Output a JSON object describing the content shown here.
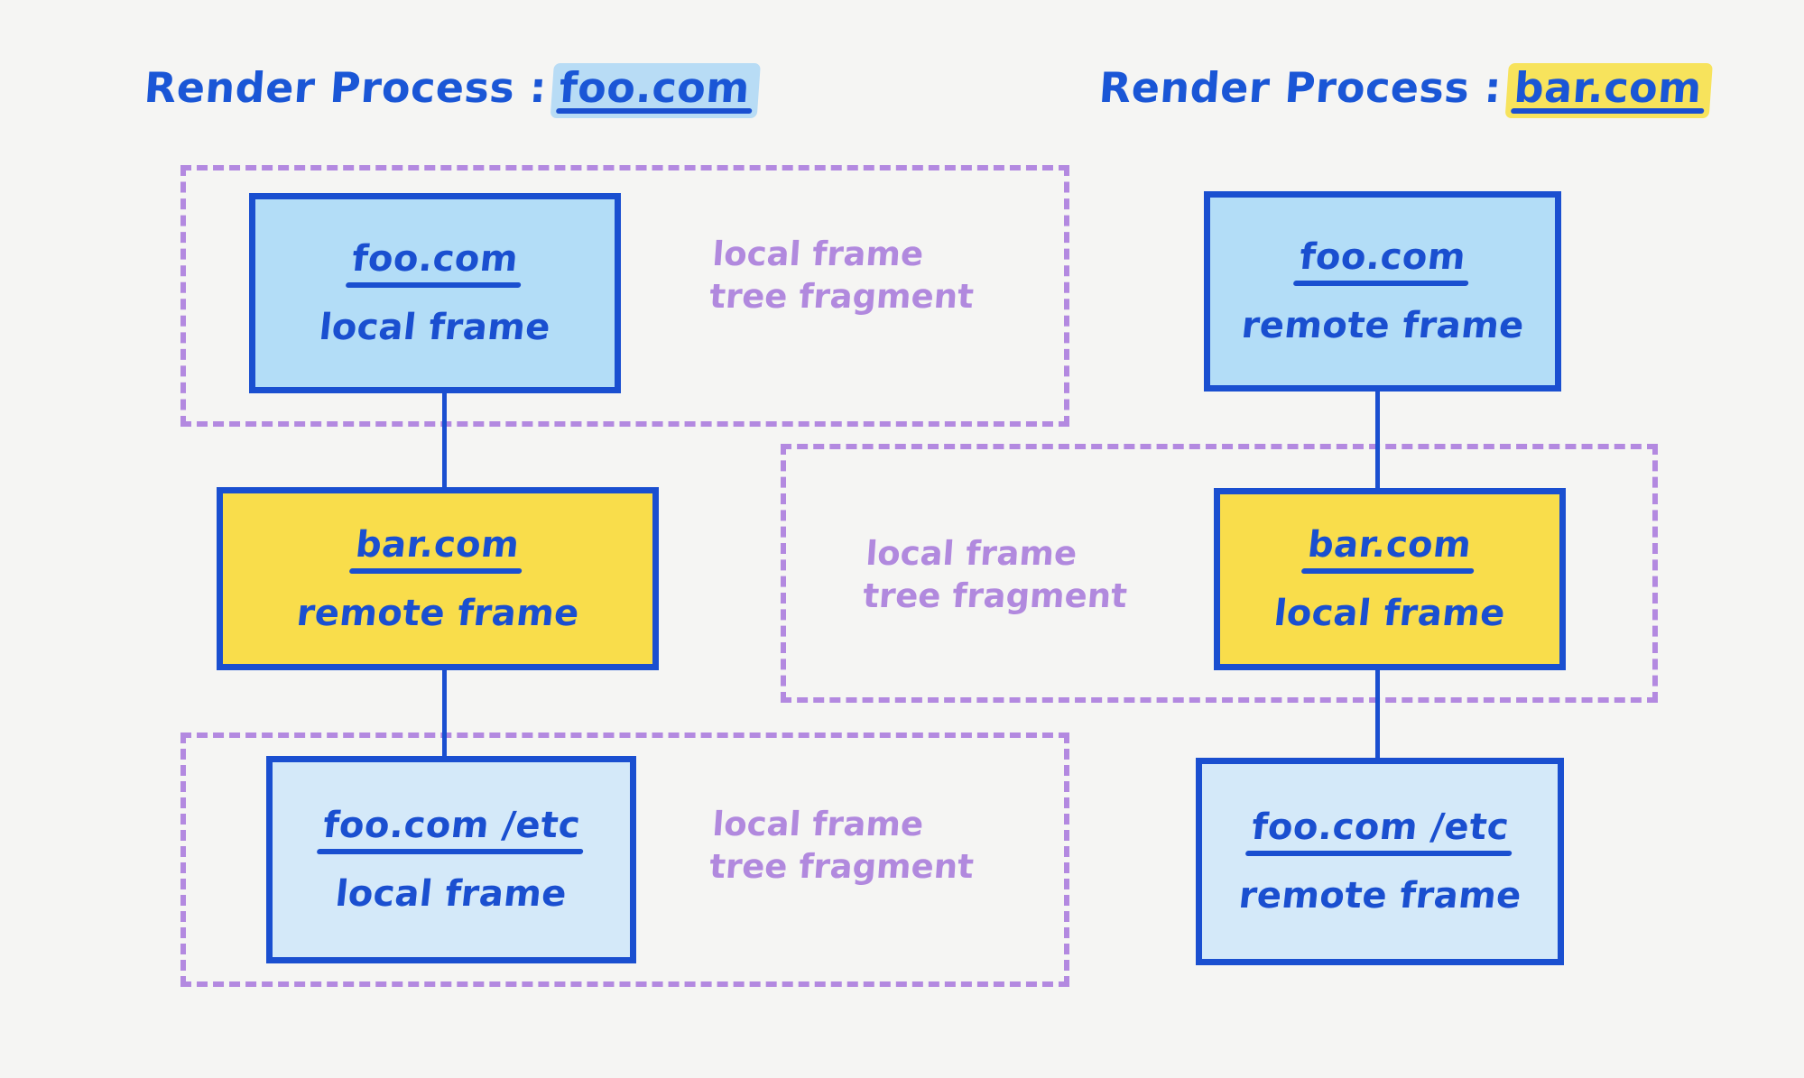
{
  "background": "#f5f5f3",
  "colors": {
    "ink_blue": "#1a4fd0",
    "frame_blue_fill": "#b3ddf7",
    "frame_blue_light_fill": "#d4e9f9",
    "frame_yellow_fill": "#f9dd4b",
    "fragment_purple": "#b389e0",
    "highlight_blue": "#b8dcf5",
    "highlight_yellow": "#f7e35c"
  },
  "processes": [
    {
      "id": "foo",
      "title_lead": "Render Process :",
      "title_host": "foo.com",
      "highlight_color": "#b8dcf5",
      "frames": [
        {
          "origin": "foo.com",
          "kind": "local frame",
          "fill": "blue"
        },
        {
          "origin": "bar.com",
          "kind": "remote frame",
          "fill": "yellow"
        },
        {
          "origin": "foo.com /etc",
          "kind": "local frame",
          "fill": "bluelt"
        }
      ],
      "fragments": [
        {
          "label_line1": "local frame",
          "label_line2": "tree fragment"
        },
        {
          "label_line1": "local frame",
          "label_line2": "tree fragment"
        }
      ]
    },
    {
      "id": "bar",
      "title_lead": "Render Process :",
      "title_host": "bar.com",
      "highlight_color": "#f7e35c",
      "frames": [
        {
          "origin": "foo.com",
          "kind": "remote frame",
          "fill": "blue"
        },
        {
          "origin": "bar.com",
          "kind": "local frame",
          "fill": "yellow"
        },
        {
          "origin": "foo.com /etc",
          "kind": "remote frame",
          "fill": "bluelt"
        }
      ],
      "fragments": [
        {
          "label_line1": "local frame",
          "label_line2": "tree fragment"
        }
      ]
    }
  ]
}
